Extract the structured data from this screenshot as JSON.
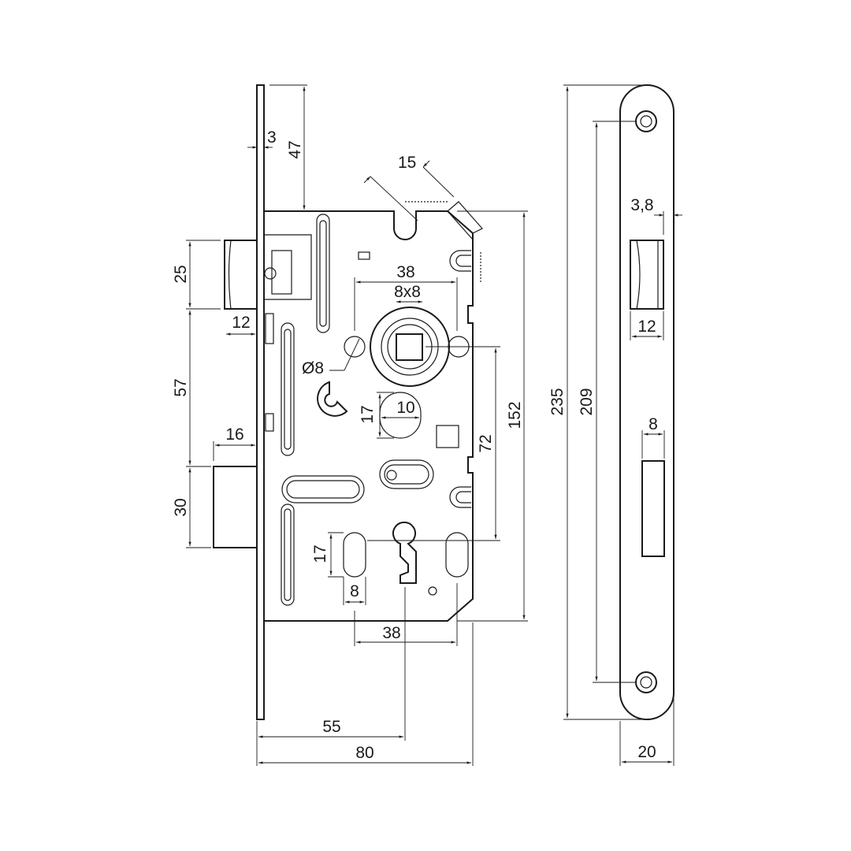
{
  "title": "Mortise lock technical drawing",
  "colors": {
    "line": "#1a1a1a",
    "background": "#ffffff"
  },
  "dimensions": {
    "faceplate_thickness": "3",
    "top_to_body": "47",
    "chamfer": "15",
    "spindle_to_edge": "38",
    "spindle_square": "8x8",
    "hole_diameter": "Ø8",
    "latch_height": "25",
    "latch_projection": "12",
    "latch_to_bolt": "57",
    "slot_height_upper": "17",
    "slot_width_upper": "10",
    "body_height": "152",
    "center_distance": "72",
    "bolt_projection": "16",
    "bolt_height": "30",
    "slot_height_lower": "17",
    "slot_width_lower": "8",
    "keyhole_to_edge": "38",
    "backset": "55",
    "body_depth": "80",
    "plate_length": "235",
    "screw_spacing": "209",
    "strike_offset": "3,8",
    "strike_latch_width": "12",
    "strike_bolt_width": "8",
    "plate_width": "20"
  }
}
